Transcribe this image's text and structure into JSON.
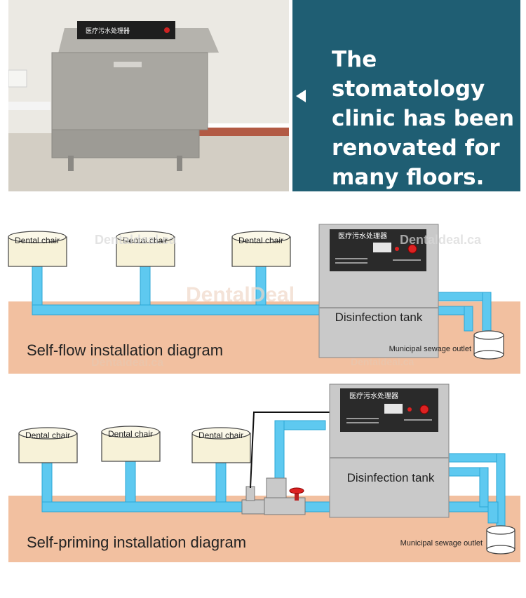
{
  "banner": {
    "text_lines": [
      "The stomatology",
      "clinic has been",
      "renovated for",
      "many floors."
    ],
    "background": "#1f5e73"
  },
  "photo": {
    "panel_label": "医疗污水处理器"
  },
  "colors": {
    "pipe": "#5ec9f0",
    "ground": "#f2c0a0",
    "tank": "#c9c9c9",
    "panel": "#2a2a2a"
  },
  "self_flow": {
    "title": "Self-flow installation diagram",
    "chairs": [
      "Dental chair",
      "Dental chair",
      "Dental chair"
    ],
    "tank_label": "Disinfection tank",
    "panel_label": "医疗污水处理器",
    "outlet_label": "Municipal sewage outlet",
    "watermarks": [
      "Dentaldeal.ca",
      "DentalDeal",
      "Dentaldeal.ca",
      "Dentaldeal.ca",
      "Dentaldeal.ca"
    ]
  },
  "self_priming": {
    "title": "Self-priming installation diagram",
    "chairs": [
      "Dental chair",
      "Dental chair",
      "Dental chair"
    ],
    "tank_label": "Disinfection tank",
    "panel_label": "医疗污水处理器",
    "outlet_label": "Municipal sewage outlet"
  }
}
